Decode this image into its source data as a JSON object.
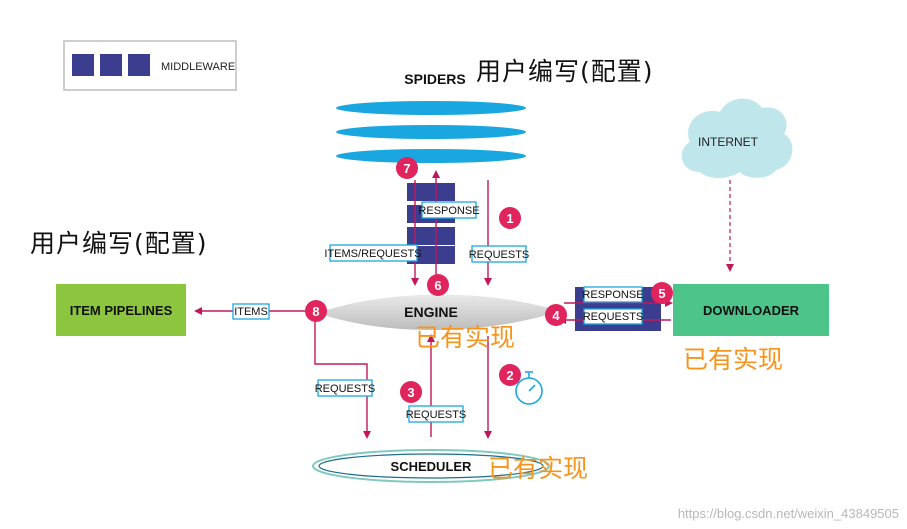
{
  "legend": {
    "label": "MIDDLEWARE"
  },
  "nodes": {
    "spiders": "SPIDERS",
    "engine": "ENGINE",
    "scheduler": "SCHEDULER",
    "downloader": "DOWNLOADER",
    "item_pipelines": "ITEM PIPELINES",
    "internet": "INTERNET"
  },
  "flow_labels": {
    "requests_1": "REQUESTS",
    "response_spider": "RESPONSE",
    "items_requests": "ITEMS/REQUESTS",
    "response_downloader": "RESPONSE",
    "requests_downloader": "REQUESTS",
    "items": "ITEMS",
    "requests_scheduler": "REQUESTS",
    "requests_3": "REQUESTS"
  },
  "steps": [
    "1",
    "2",
    "3",
    "4",
    "5",
    "6",
    "7",
    "8"
  ],
  "annotations": {
    "spiders_note": "用户编写(配置)",
    "pipelines_note": "用户编写(配置)",
    "engine_note": "已有实现",
    "downloader_note": "已有实现",
    "scheduler_note": "已有实现"
  },
  "watermark": "https://blog.csdn.net/weixin_43849505",
  "colors": {
    "middleware": "#3b3d8e",
    "spiders": "#1aa7e0",
    "arrow": "#c2185b",
    "step_badge": "#e0245e",
    "downloader": "#4cc48a",
    "pipelines": "#8cc63f",
    "internet": "#bfe6ea",
    "annotation": "#f7941d"
  }
}
